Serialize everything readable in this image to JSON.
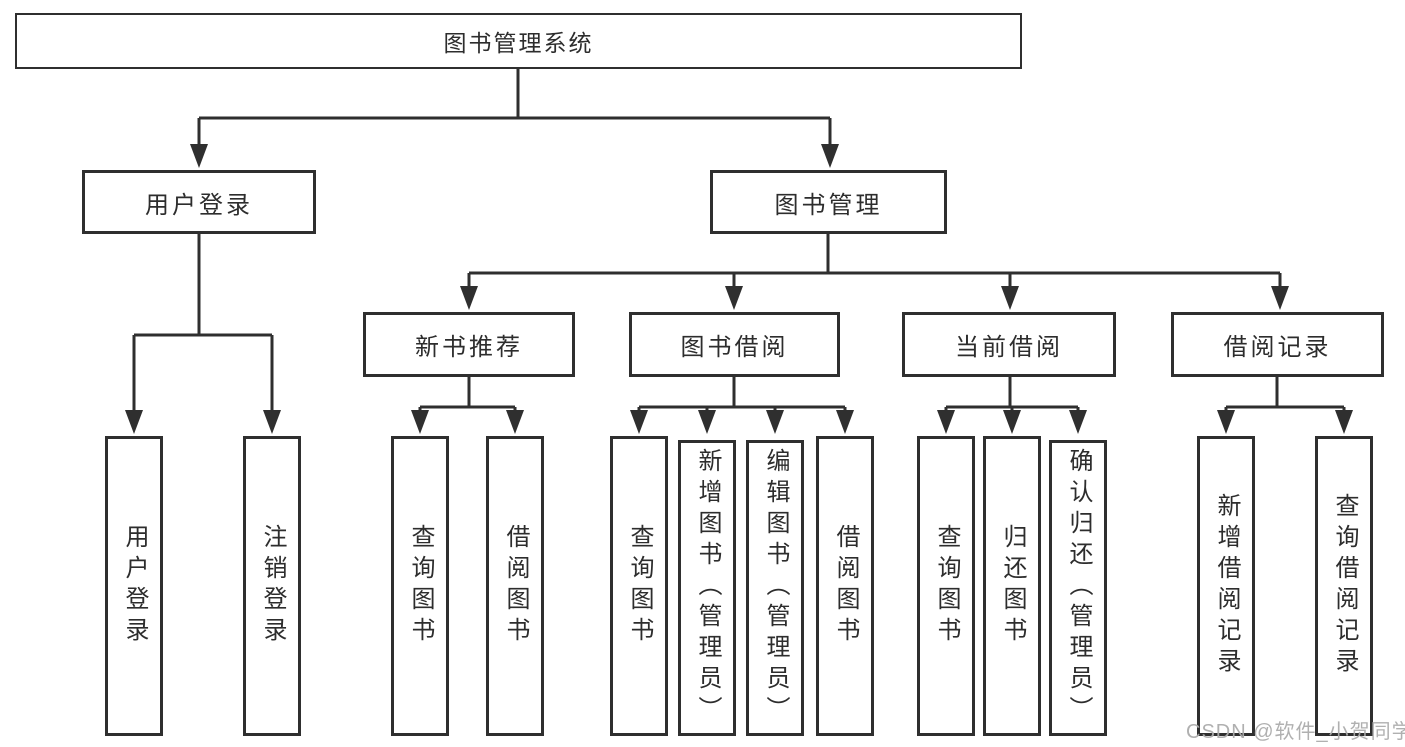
{
  "tree": {
    "label": "图书管理系统",
    "children": [
      {
        "label": "用户登录",
        "children": [
          {
            "label": "用户登录"
          },
          {
            "label": "注销登录"
          }
        ]
      },
      {
        "label": "图书管理",
        "children": [
          {
            "label": "新书推荐",
            "children": [
              {
                "label": "查询图书"
              },
              {
                "label": "借阅图书"
              }
            ]
          },
          {
            "label": "图书借阅",
            "children": [
              {
                "label": "查询图书"
              },
              {
                "label": "新增图书（管理员）"
              },
              {
                "label": "编辑图书（管理员）"
              },
              {
                "label": "借阅图书"
              }
            ]
          },
          {
            "label": "当前借阅",
            "children": [
              {
                "label": "查询图书"
              },
              {
                "label": "归还图书"
              },
              {
                "label": "确认归还（管理员）"
              }
            ]
          },
          {
            "label": "借阅记录",
            "children": [
              {
                "label": "新增借阅记录"
              },
              {
                "label": "查询借阅记录"
              }
            ]
          }
        ]
      }
    ]
  },
  "watermark": {
    "text": "CSDN @软件_小贺同学"
  },
  "colors": {
    "line": "#2f2f2f",
    "text": "#2d2d2d",
    "watermark": "#acacac",
    "background": "#ffffff"
  }
}
